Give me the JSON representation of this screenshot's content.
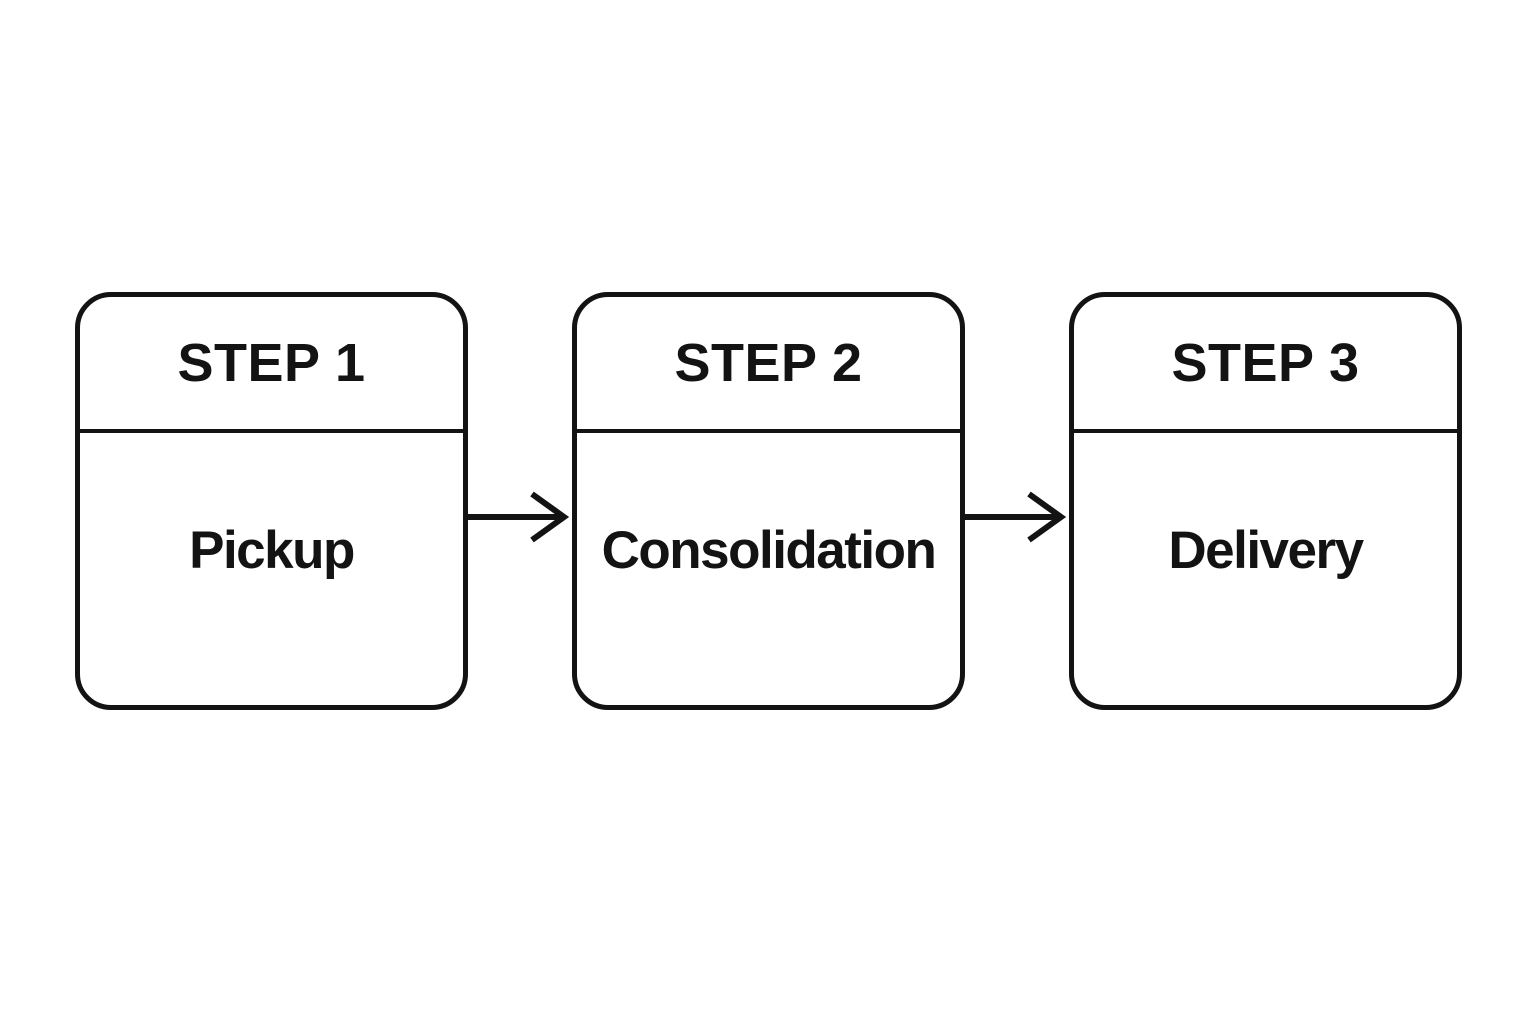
{
  "diagram": {
    "title": "",
    "type": "process-flow",
    "steps": [
      {
        "step_label": "STEP 1",
        "title": "Pickup"
      },
      {
        "step_label": "STEP 2",
        "title": "Consolidation"
      },
      {
        "step_label": "STEP 3",
        "title": "Delivery"
      }
    ],
    "connectors": [
      {
        "from": "STEP 1",
        "to": "STEP 2",
        "style": "arrow-right"
      },
      {
        "from": "STEP 2",
        "to": "STEP 3",
        "style": "arrow-right"
      }
    ],
    "colors": {
      "stroke": "#131313",
      "text": "#131313",
      "background": "#ffffff"
    }
  }
}
